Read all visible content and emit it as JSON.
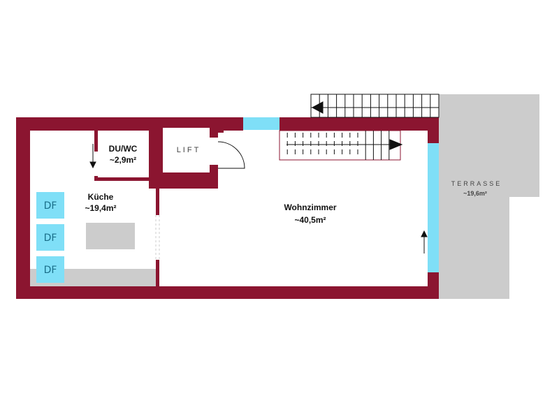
{
  "colors": {
    "wall": "#8b1530",
    "window": "#7fdff7",
    "terrace": "#cccccc",
    "counter": "#cccccc"
  },
  "rooms": {
    "du_wc": {
      "name": "DU/WC",
      "area": "~2,9m²"
    },
    "lift": {
      "name": "LIFT"
    },
    "kueche": {
      "name": "Küche",
      "area": "~19,4m²"
    },
    "wohnzimmer": {
      "name": "Wohnzimmer",
      "area": "~40,5m²"
    },
    "terrasse": {
      "name": "TERRASSE",
      "area": "~19,6m²"
    }
  },
  "skylights": [
    "DF",
    "DF",
    "DF"
  ]
}
